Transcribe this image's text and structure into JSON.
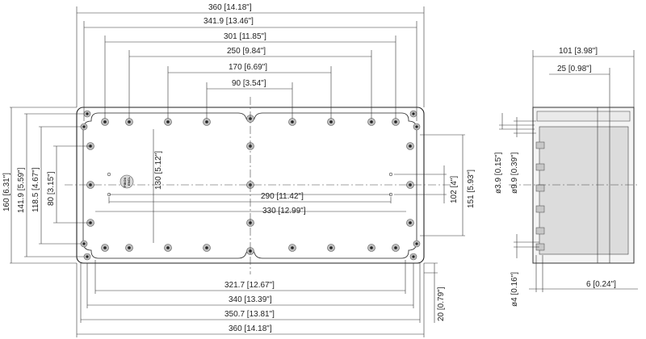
{
  "drawing": {
    "top_dimensions": [
      "360 [14.18\"]",
      "341.9 [13.46\"]",
      "301 [11.85\"]",
      "250 [9.84\"]",
      "170 [6.69\"]",
      "90 [3.54\"]"
    ],
    "bottom_dimensions": [
      "321.7 [12.67\"]",
      "340 [13.39\"]",
      "350.7 [13.81\"]",
      "360 [14.18\"]"
    ],
    "left_dimensions": [
      "160 [6.31\"]",
      "141.9 [5.59\"]",
      "118.5 [4.67\"]",
      "80 [3.15\"]"
    ],
    "inner_dimensions": {
      "vertical_130": "130 [5.12\"]",
      "horizontal_290": "290 [11.42\"]",
      "horizontal_330": "330 [12.99\"]",
      "vertical_102": "102 [4\"]",
      "vertical_151": "151 [5.93\"]",
      "foot_20": "20 [0.79\"]"
    },
    "side_view": {
      "width_101": "101 [3.98\"]",
      "width_25": "25 [0.98\"]",
      "dia_3_9": "ø3.9 [0.15\"]",
      "dia_9_9": "ø9.9 [0.39\"]",
      "dia_4": "ø4 [0.16\"]",
      "wall_6": "6 [0.24\"]"
    },
    "logo_text": [
      "FIBOX",
      "ENCL"
    ]
  }
}
